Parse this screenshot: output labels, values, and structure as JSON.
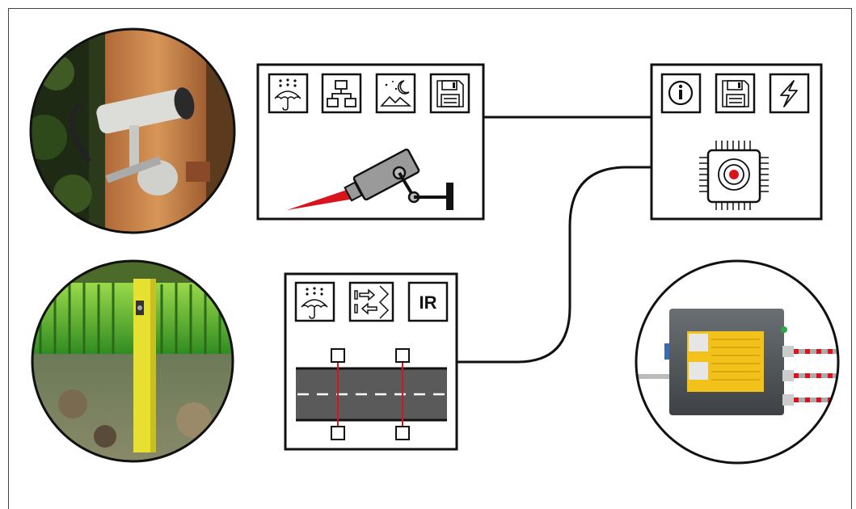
{
  "diagram": {
    "camera_panel": {
      "icons": [
        "rain-umbrella-icon",
        "network-icon",
        "night-landscape-icon",
        "save-floppy-icon"
      ]
    },
    "controller_panel": {
      "icons": [
        "info-icon",
        "save-floppy-icon",
        "lightning-icon"
      ],
      "center_icon": "chip-target-icon"
    },
    "road_panel": {
      "icons": [
        "rain-umbrella-icon",
        "reflection-arrows-icon"
      ],
      "ir_label": "IR"
    },
    "photos": [
      "camera-on-tree-photo",
      "yellow-post-photo",
      "control-box-photo"
    ],
    "colors": {
      "accent_red": "#d8141c",
      "line": "#111111",
      "road": "#5a5a5a",
      "box_gray": "#555a5e",
      "label_yellow": "#f2c21a"
    }
  }
}
